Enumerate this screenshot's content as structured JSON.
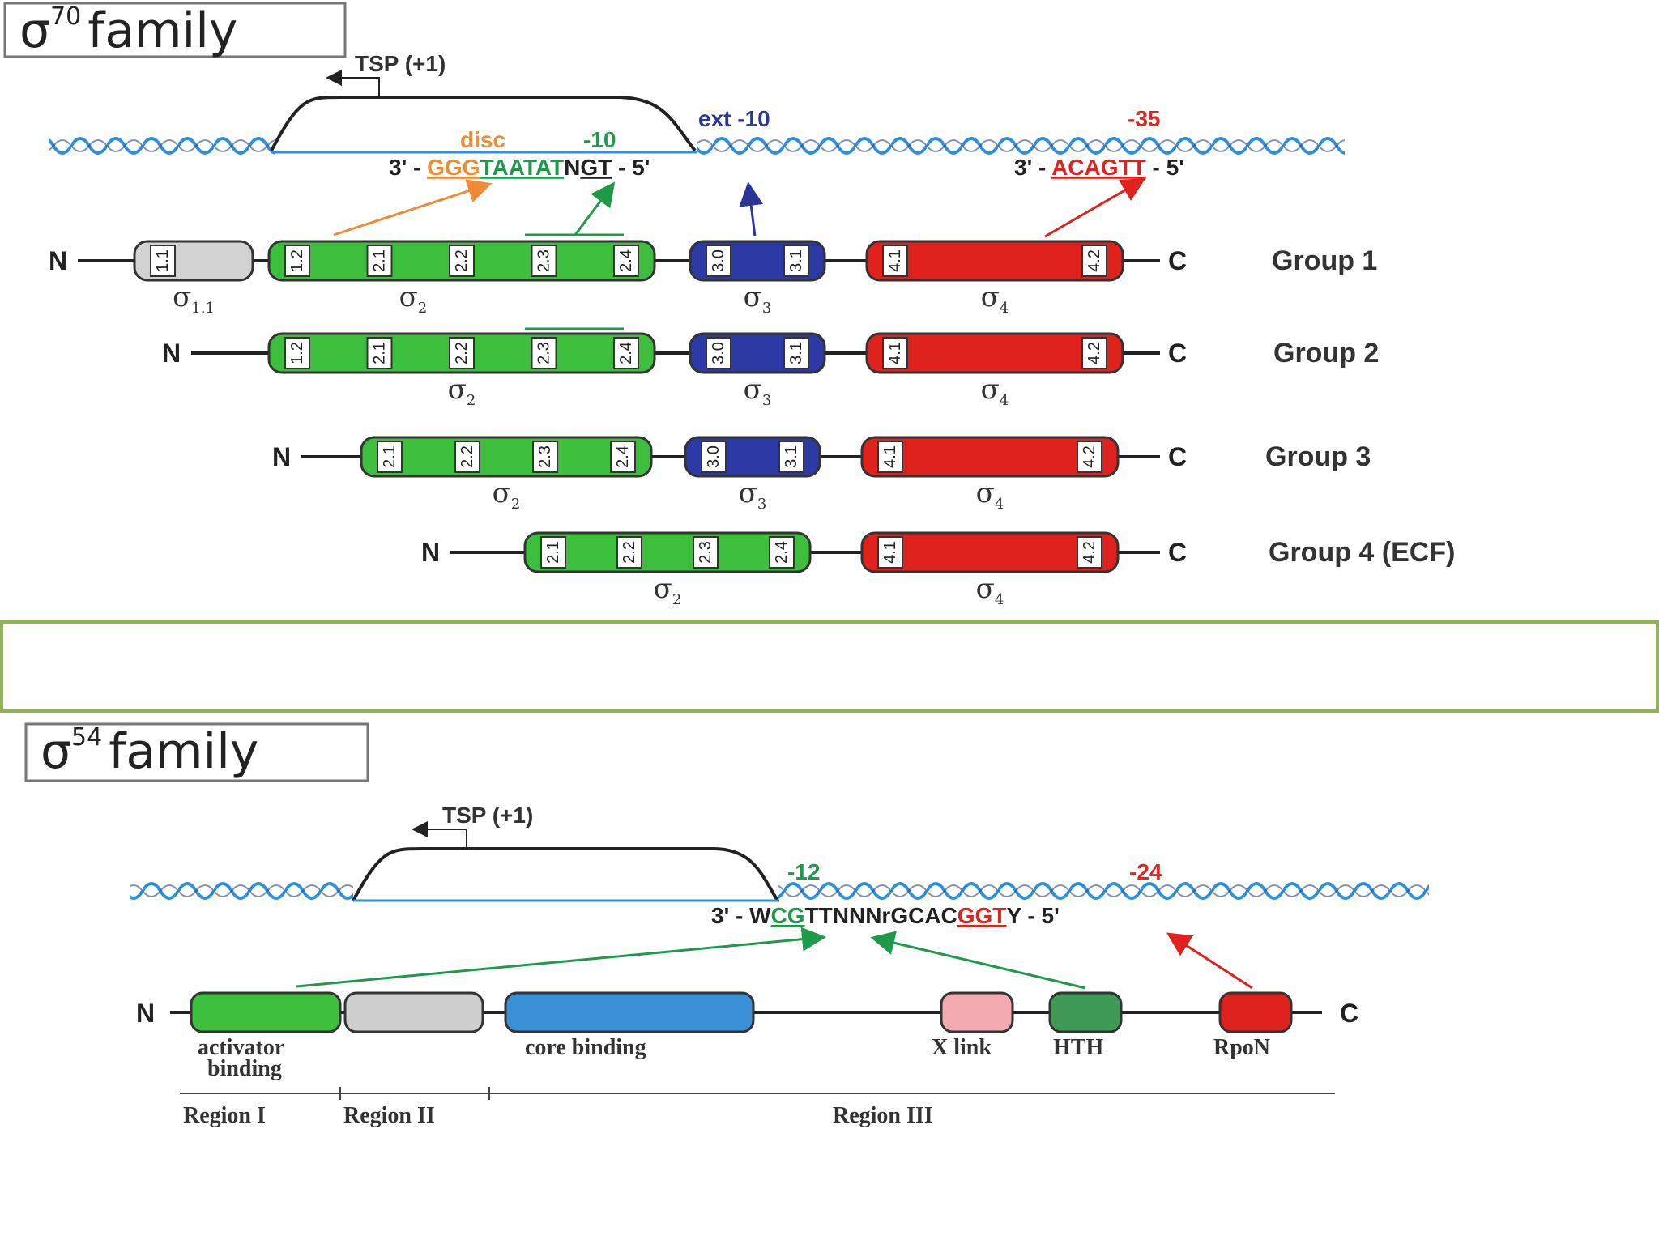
{
  "sigma70": {
    "title": {
      "symbol": "σ",
      "sup": "70",
      "word": "family"
    },
    "tsp": "TSP (+1)",
    "labels": {
      "disc": "disc",
      "m10": "-10",
      "ext10": "ext -10",
      "m35": "-35"
    },
    "seq_left": {
      "prefix": "3' - ",
      "disc": "GGG",
      "m10": "TAATAT",
      "n": "N",
      "ext": "GT",
      "suffix": " - 5'"
    },
    "seq_right": {
      "prefix": "3' - ",
      "m35": "ACAGTT",
      "suffix": " - 5'"
    },
    "colors": {
      "region1": "#d2d2d2",
      "region2": "#3dbe3d",
      "region3": "#2d3aa5",
      "region4": "#e0221e",
      "disc": "#f08a35",
      "m10": "#1f9a4a",
      "ext": "#2b3595",
      "m35": "#e0221e"
    },
    "groups": [
      {
        "n": "N",
        "c": "C",
        "label": "Group 1",
        "r1": [
          "1.1"
        ],
        "r2": [
          "1.2",
          "2.1",
          "2.2",
          "2.3",
          "2.4"
        ],
        "r3": [
          "3.0",
          "3.1"
        ],
        "r4": [
          "4.1",
          "4.2"
        ],
        "s1": {
          "sym": "σ",
          "sub": "1.1"
        },
        "s2": {
          "sym": "σ",
          "sub": "2"
        },
        "s3": {
          "sym": "σ",
          "sub": "3"
        },
        "s4": {
          "sym": "σ",
          "sub": "4"
        }
      },
      {
        "n": "N",
        "c": "C",
        "label": "Group 2",
        "r2": [
          "1.2",
          "2.1",
          "2.2",
          "2.3",
          "2.4"
        ],
        "r3": [
          "3.0",
          "3.1"
        ],
        "r4": [
          "4.1",
          "4.2"
        ],
        "s2": {
          "sym": "σ",
          "sub": "2"
        },
        "s3": {
          "sym": "σ",
          "sub": "3"
        },
        "s4": {
          "sym": "σ",
          "sub": "4"
        }
      },
      {
        "n": "N",
        "c": "C",
        "label": "Group 3",
        "r2": [
          "2.1",
          "2.2",
          "2.3",
          "2.4"
        ],
        "r3": [
          "3.0",
          "3.1"
        ],
        "r4": [
          "4.1",
          "4.2"
        ],
        "s2": {
          "sym": "σ",
          "sub": "2"
        },
        "s3": {
          "sym": "σ",
          "sub": "3"
        },
        "s4": {
          "sym": "σ",
          "sub": "4"
        }
      },
      {
        "n": "N",
        "c": "C",
        "label": "Group 4  (ECF)",
        "r2": [
          "2.1",
          "2.2",
          "2.3",
          "2.4"
        ],
        "r4": [
          "4.1",
          "4.2"
        ],
        "s2": {
          "sym": "σ",
          "sub": "2"
        },
        "s4": {
          "sym": "σ",
          "sub": "4"
        }
      }
    ]
  },
  "sigma54": {
    "title": {
      "symbol": "σ",
      "sup": "54",
      "word": "family"
    },
    "tsp": "TSP (+1)",
    "labels": {
      "m12": "-12",
      "m24": "-24"
    },
    "seq": {
      "prefix": "3' - W",
      "cg": "CG",
      "mid": "TTNNNrGCAC",
      "ggt": "GGT",
      "y": "Y",
      "suffix": " - 5'"
    },
    "protein": {
      "n": "N",
      "c": "C"
    },
    "domains": {
      "activator1": "activator",
      "activator2": "binding",
      "core": "core binding",
      "xlink": "X link",
      "hth": "HTH",
      "rpon": "RpoN"
    },
    "regions": {
      "r1": "Region I",
      "r2": "Region II",
      "r3": "Region III"
    },
    "colors": {
      "activator": "#3dbe3d",
      "region2": "#cfcfcf",
      "core": "#3a8fd6",
      "xlink": "#f2a9b0",
      "hth": "#3f9a58",
      "rpon": "#e0221e",
      "m12": "#1f9a4a",
      "m24": "#e0221e"
    }
  }
}
